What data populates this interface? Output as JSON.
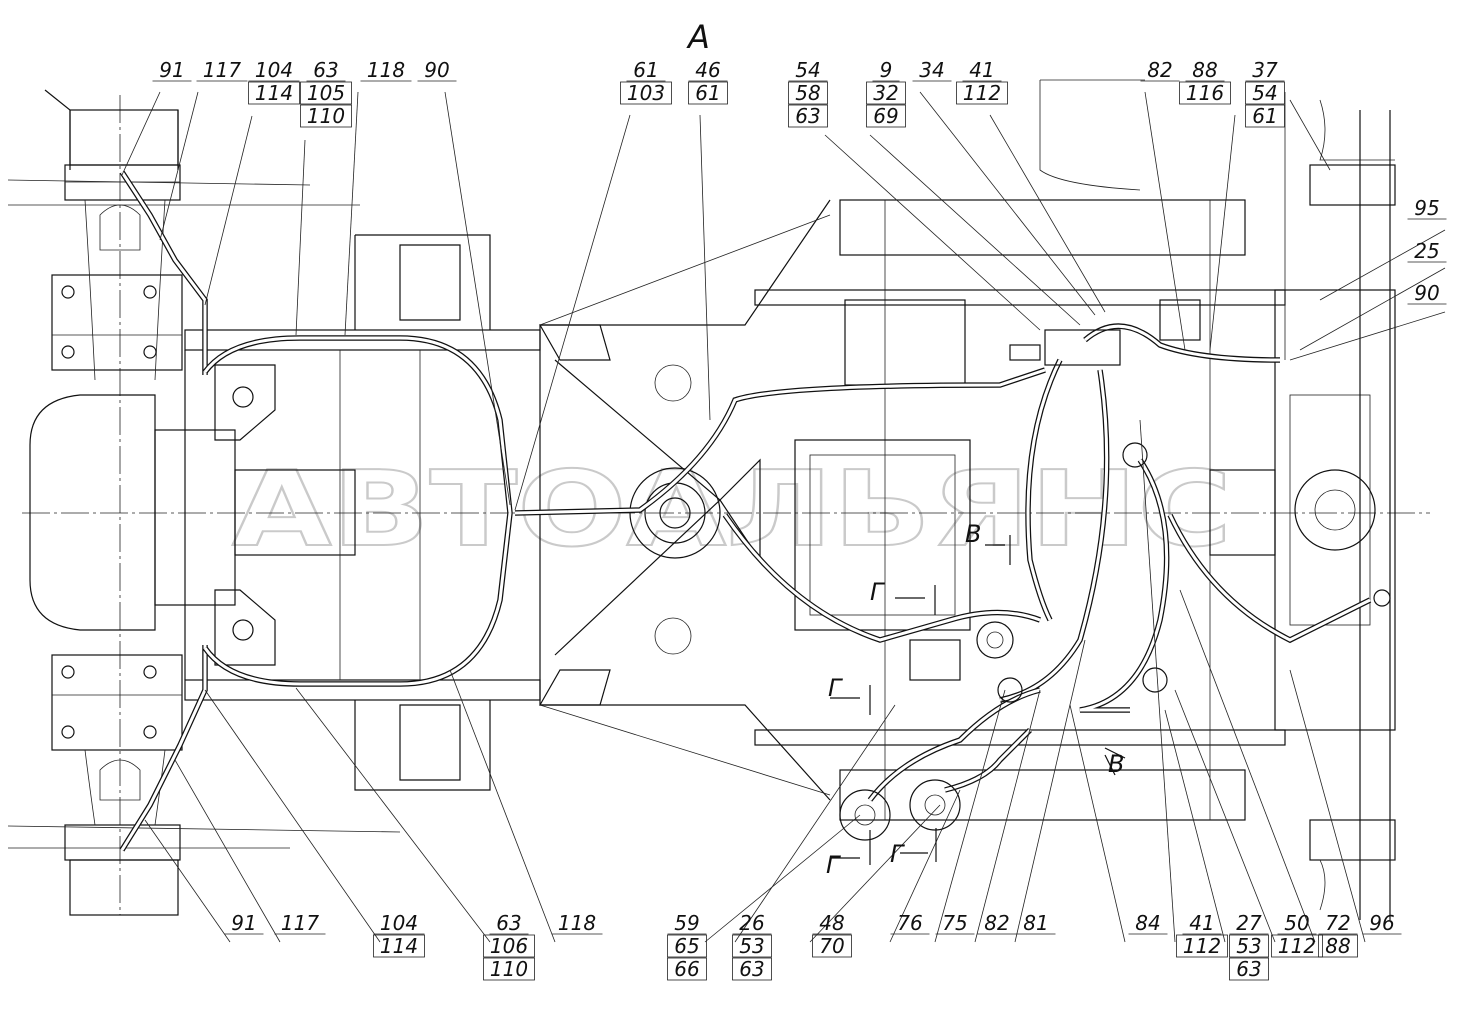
{
  "view_label": "A",
  "watermark": "АВТОАЛЬЯНС",
  "section_marks": [
    "В",
    "В",
    "Г",
    "Г",
    "Г",
    "Г"
  ],
  "callouts_top": [
    {
      "lines": [
        "91"
      ]
    },
    {
      "lines": [
        "117"
      ]
    },
    {
      "lines": [
        "104",
        "114"
      ]
    },
    {
      "lines": [
        "63",
        "105",
        "110"
      ]
    },
    {
      "lines": [
        "118"
      ]
    },
    {
      "lines": [
        "90"
      ]
    },
    {
      "lines": [
        "61",
        "103"
      ]
    },
    {
      "lines": [
        "46",
        "61"
      ]
    },
    {
      "lines": [
        "54",
        "58",
        "63"
      ]
    },
    {
      "lines": [
        "9",
        "32",
        "69"
      ]
    },
    {
      "lines": [
        "34"
      ]
    },
    {
      "lines": [
        "41",
        "112"
      ]
    },
    {
      "lines": [
        "82"
      ]
    },
    {
      "lines": [
        "88",
        "116"
      ]
    },
    {
      "lines": [
        "37",
        "54",
        "61"
      ]
    }
  ],
  "callouts_right": [
    {
      "lines": [
        "95"
      ]
    },
    {
      "lines": [
        "25"
      ]
    },
    {
      "lines": [
        "90"
      ]
    }
  ],
  "callouts_bottom": [
    {
      "lines": [
        "91"
      ]
    },
    {
      "lines": [
        "117"
      ]
    },
    {
      "lines": [
        "104",
        "114"
      ]
    },
    {
      "lines": [
        "63",
        "106",
        "110"
      ]
    },
    {
      "lines": [
        "118"
      ]
    },
    {
      "lines": [
        "59",
        "65",
        "66"
      ]
    },
    {
      "lines": [
        "26",
        "53",
        "63"
      ]
    },
    {
      "lines": [
        "48",
        "70"
      ]
    },
    {
      "lines": [
        "76"
      ]
    },
    {
      "lines": [
        "75"
      ]
    },
    {
      "lines": [
        "82"
      ]
    },
    {
      "lines": [
        "81"
      ]
    },
    {
      "lines": [
        "84"
      ]
    },
    {
      "lines": [
        "41",
        "112"
      ]
    },
    {
      "lines": [
        "27",
        "53",
        "63"
      ]
    },
    {
      "lines": [
        "50",
        "112"
      ]
    },
    {
      "lines": [
        "72",
        "88"
      ]
    },
    {
      "lines": [
        "96"
      ]
    }
  ]
}
